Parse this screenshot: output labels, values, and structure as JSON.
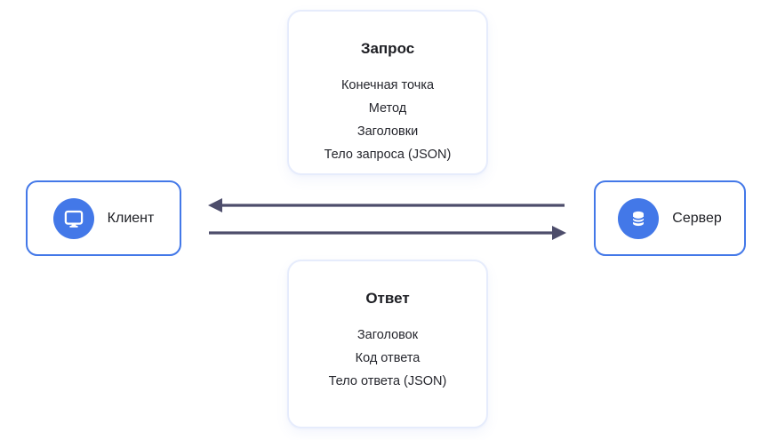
{
  "request_card": {
    "title": "Запрос",
    "items": [
      "Конечная точка",
      "Метод",
      "Заголовки",
      "Тело запроса (JSON)"
    ]
  },
  "response_card": {
    "title": "Ответ",
    "items": [
      "Заголовок",
      "Код ответа",
      "Тело ответа (JSON)"
    ]
  },
  "client_node": {
    "label": "Клиент",
    "icon": "monitor-icon"
  },
  "server_node": {
    "label": "Сервер",
    "icon": "database-icon"
  },
  "arrows": {
    "top": {
      "from": "server",
      "to": "client",
      "direction": "left"
    },
    "bottom": {
      "from": "client",
      "to": "server",
      "direction": "right"
    }
  },
  "colors": {
    "accent_blue": "#4378e8",
    "arrow": "#4d4d6b",
    "card_border": "#e6ecfc",
    "text": "#1e1f24"
  }
}
